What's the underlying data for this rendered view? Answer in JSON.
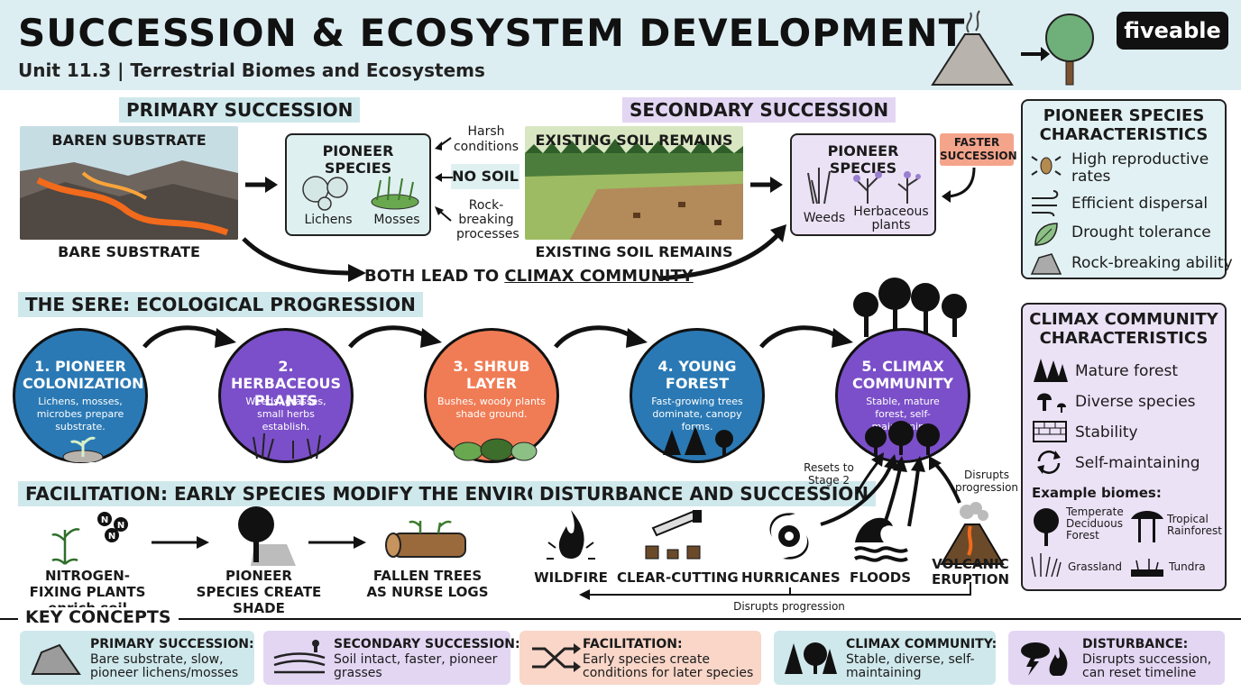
{
  "header": {
    "title": "SUCCESSION & ECOSYSTEM DEVELOPMENT",
    "subtitle": "Unit 11.3 | Terrestrial Biomes and Ecosystems",
    "brand": "fiveable"
  },
  "primary": {
    "title": "PRIMARY SUCCESSION",
    "substrate_top": "BAREN SUBSTRATE",
    "substrate_bottom": "BARE SUBSTRATE",
    "pioneer_title": "PIONEER SPECIES",
    "lichens": "Lichens",
    "mosses": "Mosses",
    "harsh": "Harsh conditions",
    "no_soil": "NO SOIL",
    "rock": "Rock-breaking processes"
  },
  "secondary": {
    "title": "SECONDARY SUCCESSION",
    "soil_top": "EXISTING SOIL REMAINS",
    "soil_bottom": "EXISTING SOIL REMAINS",
    "pioneer_title": "PIONEER SPECIES",
    "weeds": "Weeds",
    "herb": "Herbaceous plants",
    "faster": "FASTER SUCCESSION"
  },
  "both_lead": {
    "prefix": "BOTH LEAD TO ",
    "emph": "CLIMAX COMMUNITY"
  },
  "pioneer_chars": {
    "title": "PIONEER SPECIES CHARACTERISTICS",
    "items": [
      "High reproductive rates",
      "Efficient dispersal",
      "Drought tolerance",
      "Rock-breaking ability"
    ]
  },
  "sere": {
    "title": "THE SERE: ECOLOGICAL PROGRESSION",
    "stages": [
      {
        "title": "1. PIONEER COLONIZATION",
        "desc": "Lichens, mosses, microbes prepare substrate.",
        "color": "#2a79b4"
      },
      {
        "title": "2. HERBACEOUS PLANTS",
        "desc": "Weeds, grasses, small herbs establish.",
        "color": "#7b4fc9"
      },
      {
        "title": "3. SHRUB LAYER",
        "desc": "Bushes, woody plants shade ground.",
        "color": "#f07c55"
      },
      {
        "title": "4. YOUNG FOREST",
        "desc": "Fast-growing trees dominate, canopy forms.",
        "color": "#2a79b4"
      },
      {
        "title": "5. CLIMAX COMMUNITY",
        "desc": "Stable, mature forest, self-maintaining.",
        "color": "#7b4fc9"
      }
    ]
  },
  "climax_chars": {
    "title": "CLIMAX COMMUNITY CHARACTERISTICS",
    "items": [
      "Mature forest",
      "Diverse species",
      "Stability",
      "Self-maintaining"
    ],
    "biomes_title": "Example biomes:",
    "biomes": [
      "Temperate Deciduous Forest",
      "Tropical Rainforest",
      "Grassland",
      "Tundra"
    ]
  },
  "facilitation": {
    "title": "FACILITATION: EARLY SPECIES MODIFY THE ENVIRONMENT",
    "steps": [
      "NITROGEN-FIXING PLANTS enrich soil",
      "PIONEER SPECIES CREATE SHADE",
      "FALLEN TREES AS NURSE LOGS"
    ],
    "n_symbol": "N"
  },
  "disturbance": {
    "title": "DISTURBANCE AND SUCCESSION",
    "items": [
      "WILDFIRE",
      "CLEAR-CUTTING",
      "HURRICANES",
      "FLOODS",
      "VOLCANIC ERUPTION"
    ],
    "resets": "Resets to Stage 2",
    "disrupts_right": "Disrupts progression",
    "disrupts_bottom": "Disrupts progression"
  },
  "key_concepts": {
    "title": "KEY CONCEPTS",
    "items": [
      {
        "title": "PRIMARY SUCCESSION:",
        "desc": "Bare substrate, slow, pioneer lichens/mosses",
        "color": "#cfe8ec"
      },
      {
        "title": "SECONDARY SUCCESSION:",
        "desc": "Soil intact, faster, pioneer grasses",
        "color": "#e3d6f3"
      },
      {
        "title": "FACILITATION:",
        "desc": "Early species create conditions for later species",
        "color": "#f9d6c8"
      },
      {
        "title": "CLIMAX COMMUNITY:",
        "desc": "Stable, diverse, self-maintaining",
        "color": "#cfe8ec"
      },
      {
        "title": "DISTURBANCE:",
        "desc": "Disrupts succession, can reset timeline",
        "color": "#e3d6f3"
      }
    ]
  }
}
